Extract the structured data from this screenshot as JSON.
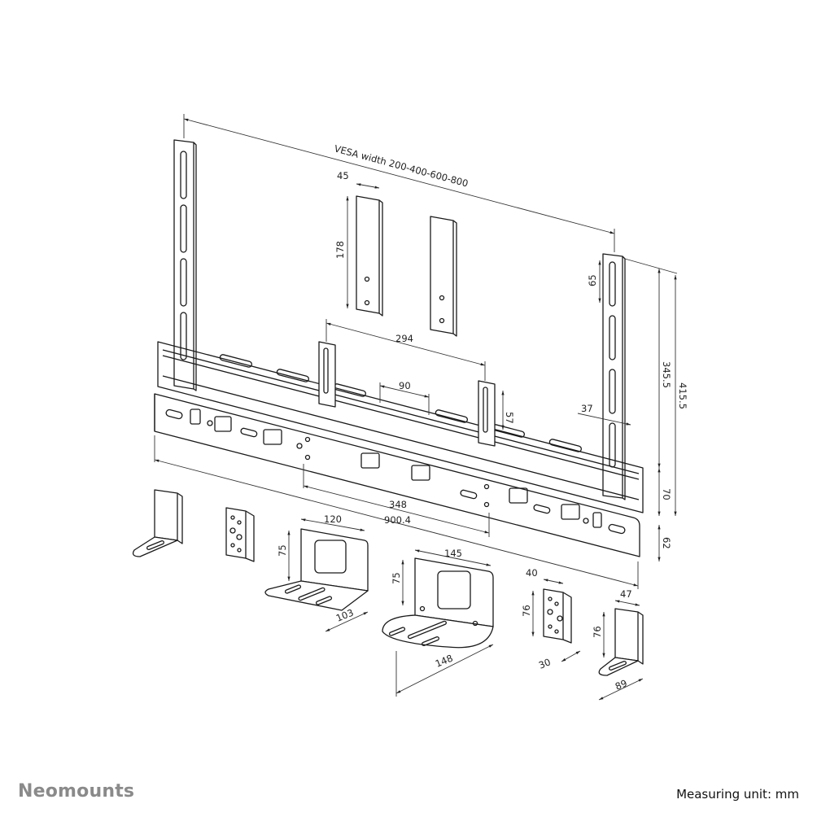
{
  "brand": {
    "name": "Neomounts",
    "color": "#8a8a8a"
  },
  "footer": {
    "measuring_unit_label": "Measuring unit: mm"
  },
  "colors": {
    "line": "#1a1a1a",
    "dimension": "#333333",
    "background": "#ffffff"
  },
  "dimensions": {
    "vesa_width": "VESA width 200-400-600-800",
    "clip_width": "45",
    "clip_height": "178",
    "slot_length": "65",
    "arm_height_inner": "345.5",
    "arm_height_total": "415.5",
    "arm_width": "37",
    "rail_height": "70",
    "plate_height": "62",
    "bracket_spacing": "294",
    "hole_spacing": "90",
    "bracket_height": "57",
    "center_width": "348",
    "total_width": "900.4",
    "small_shelf_width": "120",
    "small_shelf_height": "75",
    "small_shelf_depth": "103",
    "large_shelf_width": "145",
    "large_shelf_height": "75",
    "large_shelf_depth": "148",
    "adapter_width": "40",
    "adapter_height": "76",
    "adapter_depth": "30",
    "l_bracket_width": "47",
    "l_bracket_height": "76",
    "l_bracket_depth": "89"
  }
}
